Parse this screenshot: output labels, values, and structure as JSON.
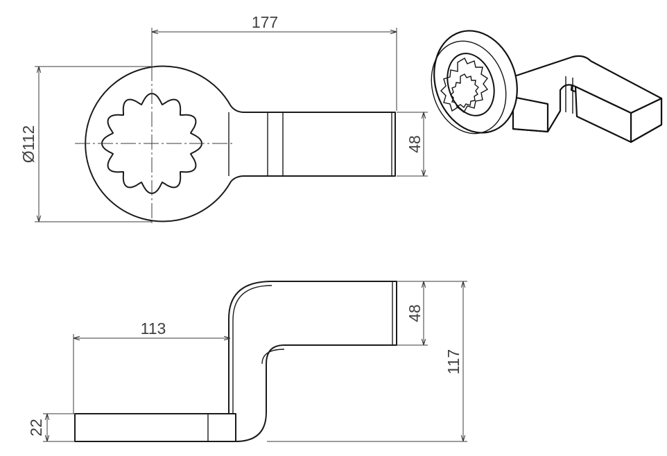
{
  "dimensions": {
    "top_length": "177",
    "top_diameter": "112",
    "top_width": "48",
    "side_offset": "113",
    "side_thickness": "22",
    "side_handle_width": "48",
    "side_height": "117"
  },
  "symbols": {
    "diameter": "Ø"
  },
  "colors": {
    "line": "#1a1a1a",
    "dimension": "#3a3a3a",
    "text": "#404040"
  }
}
